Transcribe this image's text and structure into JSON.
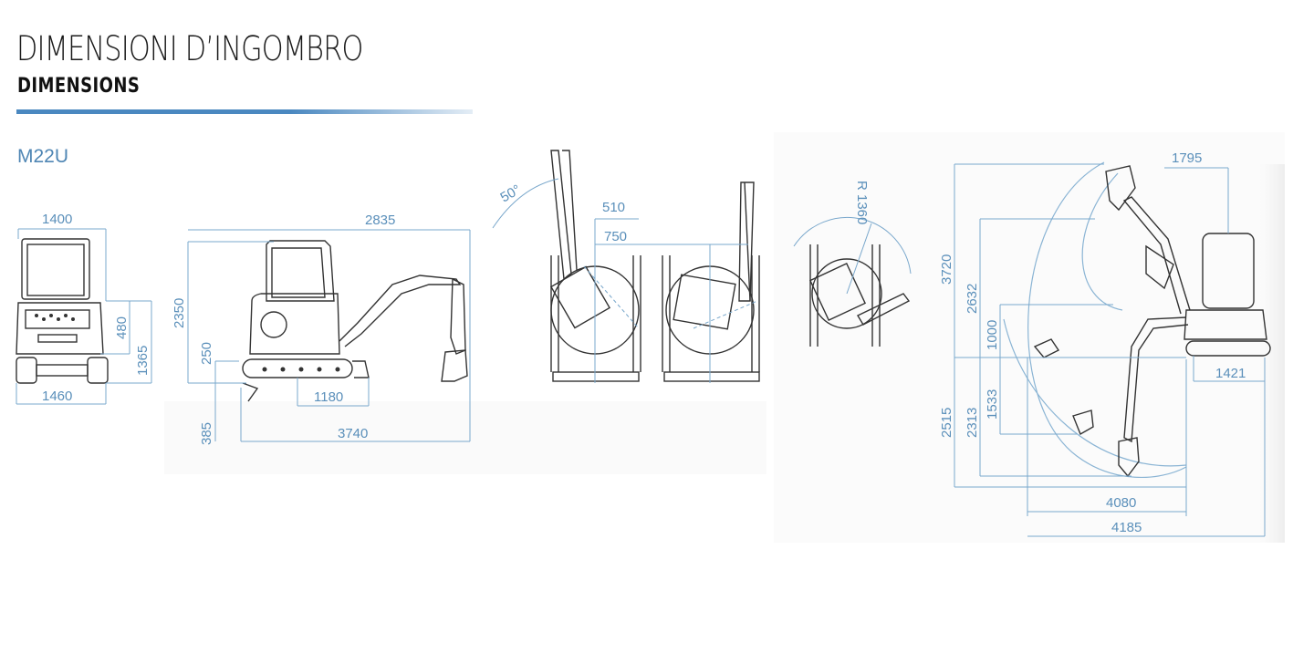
{
  "header": {
    "title": "DIMENSIONI D’INGOMBRO",
    "subtitle": "DIMENSIONS"
  },
  "model": "M22U",
  "colors": {
    "accent": "#4a88c0",
    "dimension_lines": "#6a9cc4",
    "machine_lines": "#333333"
  },
  "front_view": {
    "width_top": "1400",
    "width_bottom": "1460",
    "height_480": "480",
    "height_1365": "1365"
  },
  "side_view": {
    "overall_length": "2835",
    "height": "2350",
    "blade_lift": "250",
    "blade_depth": "385",
    "track_length": "1180",
    "transport_length": "3740"
  },
  "swing_view": {
    "angle": "50°",
    "offset_510": "510",
    "offset_750": "750"
  },
  "tail_view": {
    "radius": "R 1360"
  },
  "reach_view": {
    "top_offset": "1795",
    "max_height": "3720",
    "dump_height": "2632",
    "dim_1000": "1000",
    "dim_1533": "1533",
    "dig_depth_max": "2515",
    "dig_depth": "2313",
    "track_gauge": "1421",
    "reach_ground": "4080",
    "reach_max": "4185"
  }
}
